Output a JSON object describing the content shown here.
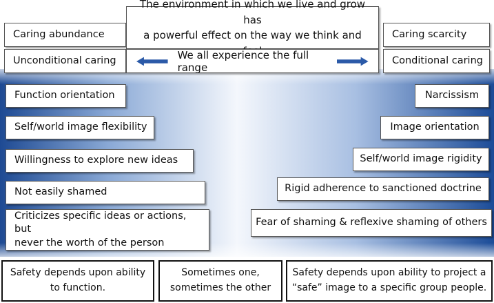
{
  "header": {
    "title_line1": "The environment in which we live and grow has",
    "title_line2": "a powerful effect on the way we think and feel",
    "range_label": "We all experience the full range",
    "left_top": "Caring abundance",
    "left_bottom": "Unconditional caring",
    "right_top": "Caring scarcity",
    "right_bottom": "Conditional caring"
  },
  "left_column": [
    "Function orientation",
    "Self/world image flexibility",
    "Willingness to explore new ideas",
    "Not easily shamed",
    "Criticizes specific ideas or actions, but",
    "never the worth of the person"
  ],
  "right_column": [
    "Narcissism",
    "Image orientation",
    "Self/world image rigidity",
    "Rigid adherence to sanctioned doctrine",
    "Fear of shaming & reflexive shaming of others"
  ],
  "footer": {
    "left_line1": "Safety depends upon ability",
    "left_line2": "to function.",
    "middle_line1": "Sometimes one,",
    "middle_line2": "sometimes the other",
    "right_line1": "Safety depends upon ability to project a",
    "right_line2": "“safe” image to a specific group people."
  },
  "colors": {
    "band_dark_blue": "#1e4a93",
    "band_light": "#f4f7fc",
    "arrow_blue": "#2b5aa8"
  }
}
